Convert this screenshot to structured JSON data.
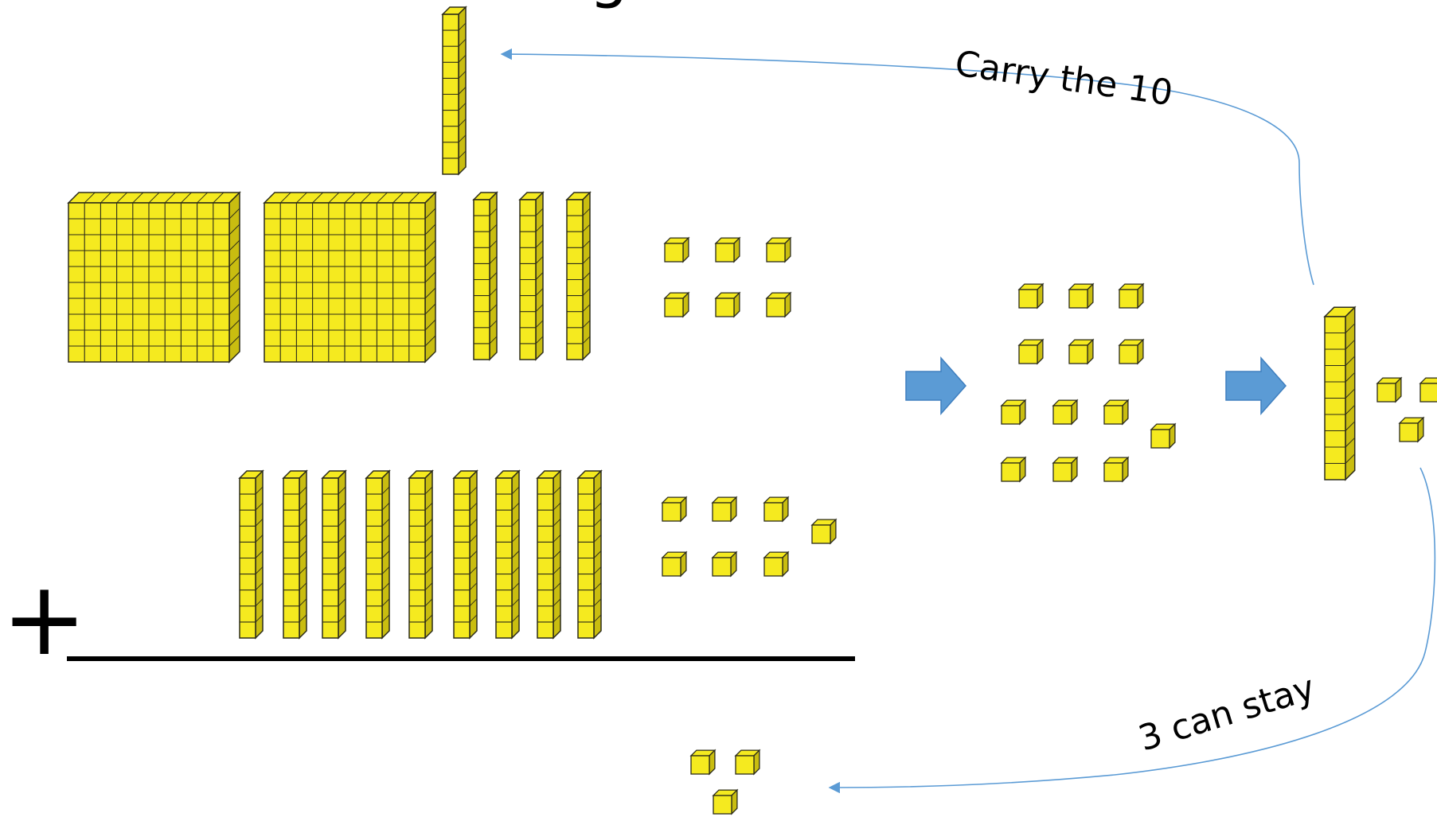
{
  "title_fragment": "g",
  "plus_sign": "+",
  "annotations": {
    "carry": "Carry the 10",
    "stay": "3 can stay"
  },
  "colors": {
    "block_face": "#f5ea1f",
    "block_side": "#c9bd10",
    "block_outline": "#2b2b1a",
    "arrow": "#5b9bd5",
    "connector": "#5b9bd5",
    "rule_line": "#000000",
    "title_fragment": "#404040"
  },
  "top_addend": {
    "hundreds": 2,
    "tens": 3,
    "ones": 6,
    "carried_tens": 1
  },
  "bottom_addend": {
    "tens": 9,
    "ones": 7
  },
  "combined_ones": 13,
  "regrouped": {
    "tens": 1,
    "ones": 3
  },
  "result_ones": 3,
  "icons": [
    "hundred-flat",
    "ten-rod",
    "unit-cube",
    "right-arrow"
  ]
}
